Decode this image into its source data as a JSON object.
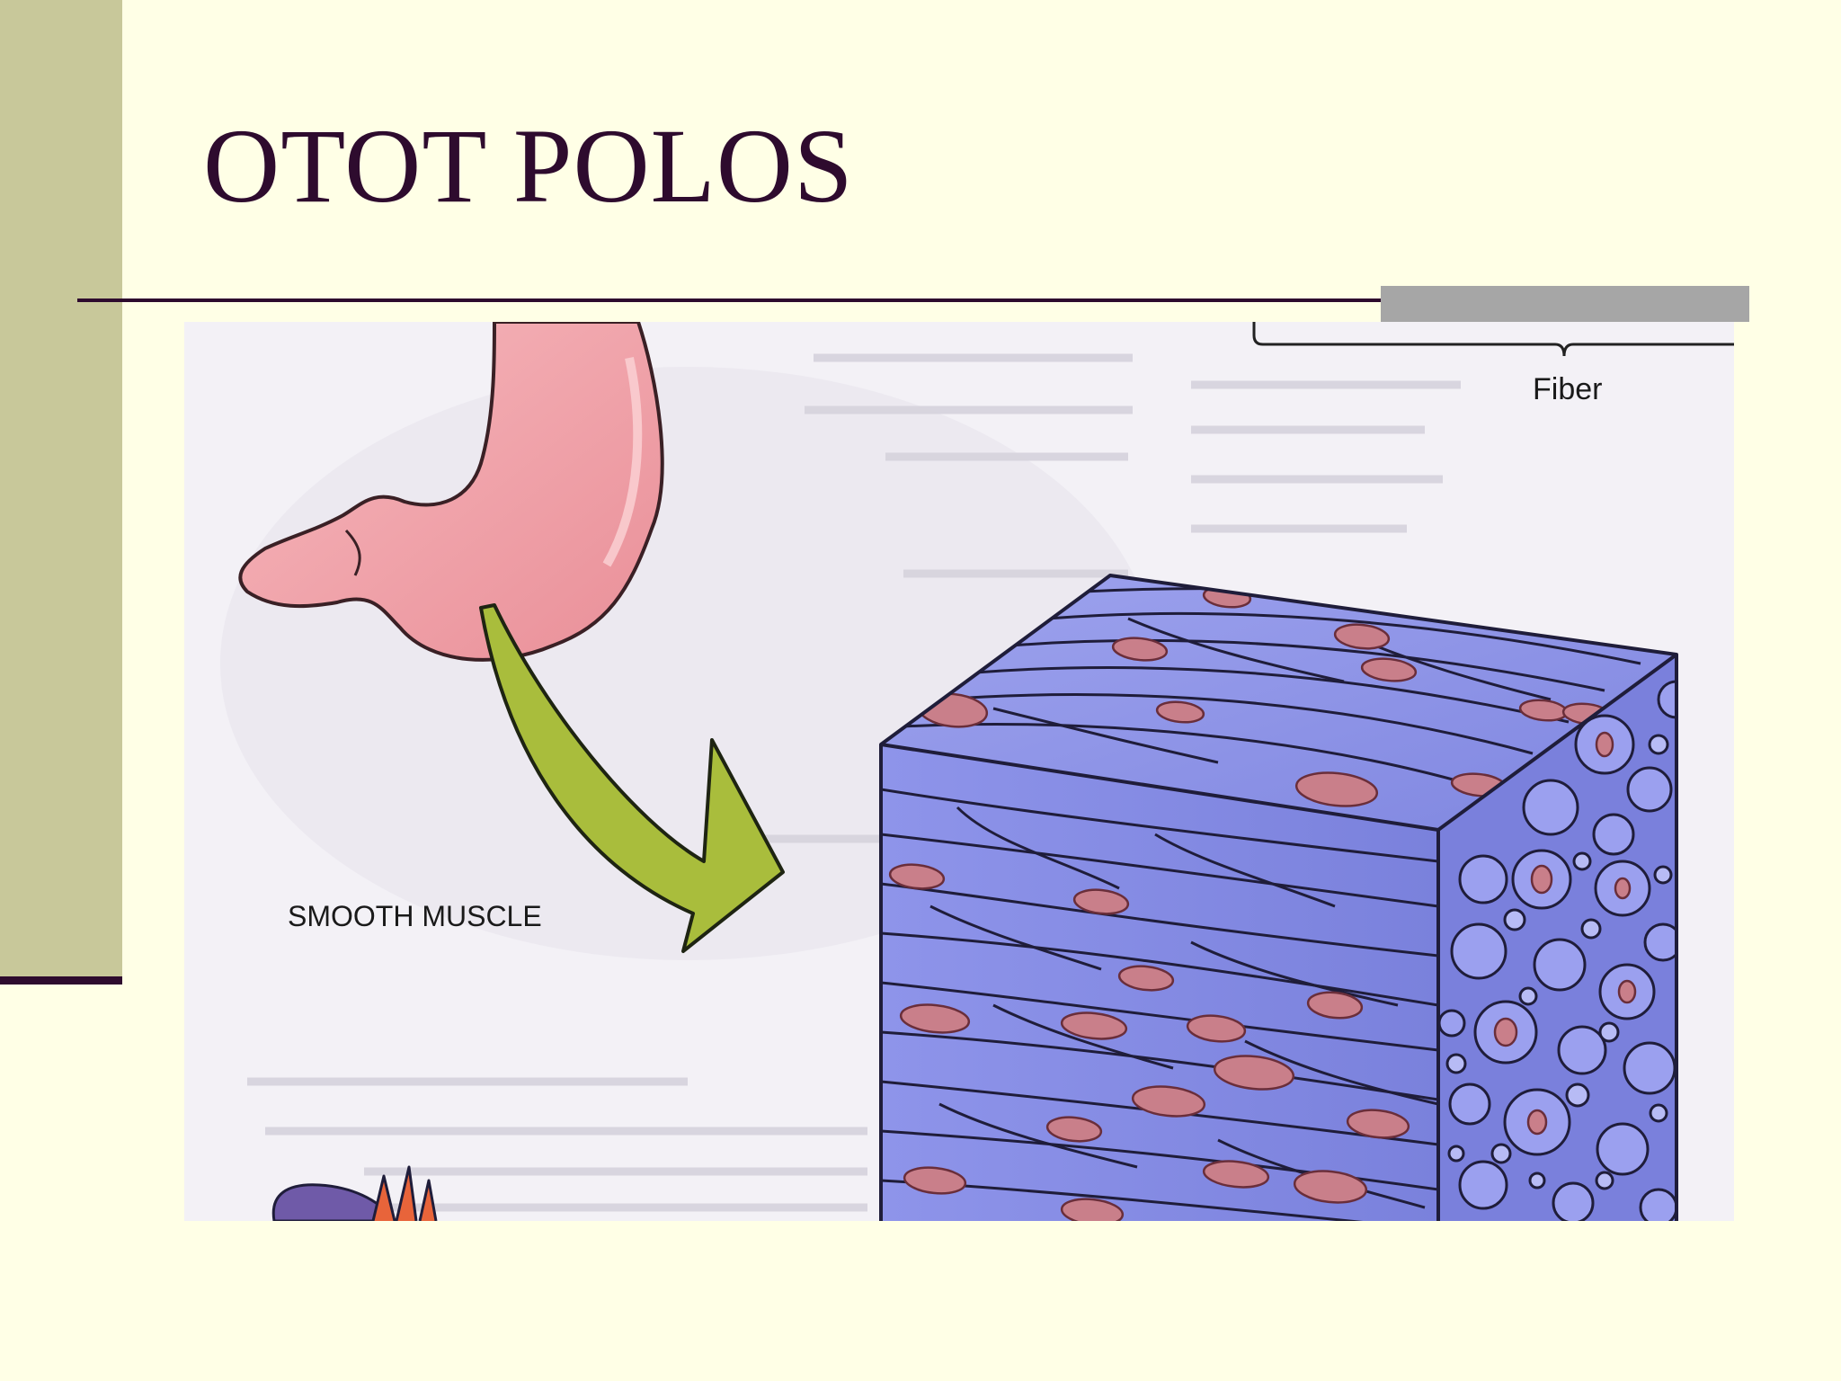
{
  "slide": {
    "title": "OTOT POLOS"
  },
  "figure": {
    "smooth_muscle_label": "SMOOTH MUSCLE",
    "fiber_label": "Fiber",
    "colors": {
      "stomach": "#f2a2a8",
      "arrow": "#a9bd3c",
      "tissue": "#8d93e8",
      "nucleus": "#c97f8a",
      "page": "#f3f1f6"
    }
  }
}
